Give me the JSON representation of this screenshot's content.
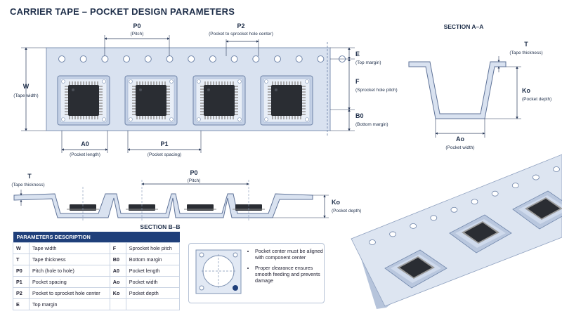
{
  "title": "CARRIER TAPE – POCKET DESIGN PARAMETERS",
  "top_view": {
    "p0": {
      "symbol": "P0",
      "desc": "(Pitch)"
    },
    "p2": {
      "symbol": "P2",
      "desc": "(Pocket to sprocket hole center)"
    },
    "w": {
      "symbol": "W",
      "desc": "(Tape width)"
    },
    "e": {
      "symbol": "E",
      "desc": "(Top margin)"
    },
    "f": {
      "symbol": "F",
      "desc": "(Sprocket hole pitch)"
    },
    "b0": {
      "symbol": "B0",
      "desc": "(Bottom margin)"
    },
    "a0": {
      "symbol": "A0",
      "desc": "(Pocket length)"
    },
    "p1": {
      "symbol": "P1",
      "desc": "(Pocket spacing)"
    }
  },
  "section_aa": {
    "title": "SECTION  A–A",
    "t": {
      "symbol": "T",
      "desc": "(Tape thickness)"
    },
    "ko": {
      "symbol": "Ko",
      "desc": "(Pocket depth)"
    },
    "ao": {
      "symbol": "Ao",
      "desc": "(Pocket width)"
    }
  },
  "section_bb": {
    "title": "SECTION  B–B",
    "t": {
      "symbol": "T",
      "desc": "(Tape thickness)"
    },
    "p0": {
      "symbol": "P0",
      "desc": "(Pitch)"
    },
    "ko": {
      "symbol": "Ko",
      "desc": "(Pocket depth)"
    }
  },
  "params_table": {
    "header": "PARAMETERS DESCRIPTION",
    "rows": [
      {
        "sym1": "W",
        "desc1": "Tape width",
        "sym2": "F",
        "desc2": "Sprocket hole pitch"
      },
      {
        "sym1": "T",
        "desc1": "Tape thickness",
        "sym2": "B0",
        "desc2": "Bottom margin"
      },
      {
        "sym1": "P0",
        "desc1": "Pitch (hole to hole)",
        "sym2": "A0",
        "desc2": "Pocket length"
      },
      {
        "sym1": "P1",
        "desc1": "Pocket spacing",
        "sym2": "Ao",
        "desc2": "Pocket width"
      },
      {
        "sym1": "P2",
        "desc1": "Pocket to sprocket hole center",
        "sym2": "Ko",
        "desc2": "Pocket depth"
      },
      {
        "sym1": "E",
        "desc1": "Top margin",
        "sym2": "",
        "desc2": ""
      }
    ]
  },
  "notes": [
    "Pocket center must be aligned with component center",
    "Proper clearance ensures smooth feeding and prevents damage"
  ],
  "colors": {
    "tape": "#d9e2f0",
    "tape_edge": "#7f93b3",
    "chip": "#2a2d33",
    "dim": "#2a3a5a",
    "accent": "#1f3f7a"
  }
}
